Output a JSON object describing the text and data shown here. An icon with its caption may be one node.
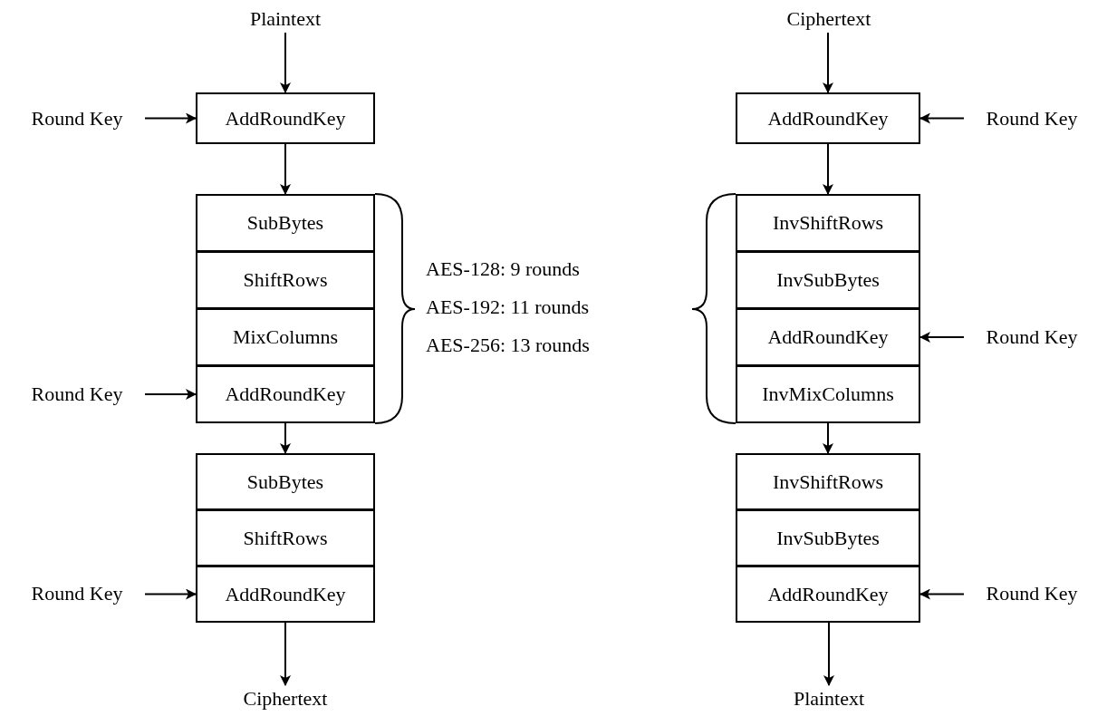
{
  "diagram": {
    "nodes": [
      {
        "text": [
          "Plaintext"
        ]
      },
      {
        "text": [
          "Round Key"
        ]
      },
      {
        "text": [
          "AddRoundKey"
        ]
      },
      {
        "text": [
          "SubBytes"
        ]
      },
      {
        "text": [
          "ShiftRows"
        ]
      },
      {
        "text": [
          "MixColumns"
        ]
      },
      {
        "text": [
          "Round Key"
        ]
      },
      {
        "text": [
          "AddRoundKey"
        ]
      },
      {
        "text": [
          "SubBytes"
        ]
      },
      {
        "text": [
          "ShiftRows"
        ]
      },
      {
        "text": [
          "Round Key"
        ]
      },
      {
        "text": [
          "AddRoundKey"
        ]
      },
      {
        "text": [
          "Ciphertext"
        ]
      },
      {
        "text": [
          "Ciphertext"
        ]
      },
      {
        "text": [
          "AddRoundKey"
        ]
      },
      {
        "text": [
          "Round Key"
        ]
      },
      {
        "text": [
          "InvShiftRows"
        ]
      },
      {
        "text": [
          "InvSubBytes"
        ]
      },
      {
        "text": [
          "AddRoundKey"
        ]
      },
      {
        "text": [
          "Round Key"
        ]
      },
      {
        "text": [
          "InvMixColumns"
        ]
      },
      {
        "text": [
          "InvShiftRows"
        ]
      },
      {
        "text": [
          "InvSubBytes"
        ]
      },
      {
        "text": [
          "AddRoundKey"
        ]
      },
      {
        "text": [
          "Round Key"
        ]
      },
      {
        "text": [
          "Plaintext"
        ]
      }
    ],
    "edges": [
      {
        "from": 0,
        "to": 2,
        "arrow": "to"
      },
      {
        "from": 1,
        "to": 2,
        "arrow": "to"
      },
      {
        "from": 2,
        "to": 3,
        "arrow": "to"
      },
      {
        "from": 6,
        "to": 7,
        "arrow": "to"
      },
      {
        "from": 7,
        "to": 8,
        "arrow": "to"
      },
      {
        "from": 10,
        "to": 11,
        "arrow": "to"
      },
      {
        "from": 11,
        "to": 12,
        "arrow": "to"
      },
      {
        "from": 13,
        "to": 14,
        "arrow": "to"
      },
      {
        "from": 15,
        "to": 14,
        "arrow": "to"
      },
      {
        "from": 14,
        "to": 16,
        "arrow": "to"
      },
      {
        "from": 19,
        "to": 18,
        "arrow": "to"
      },
      {
        "from": 20,
        "to": 21,
        "arrow": "to"
      },
      {
        "from": 24,
        "to": 23,
        "arrow": "to"
      },
      {
        "from": 23,
        "to": 25,
        "arrow": "to"
      }
    ],
    "labels": [
      "AES-128: 9 rounds",
      "AES-192: 11 rounds",
      "AES-256: 13 rounds"
    ]
  }
}
